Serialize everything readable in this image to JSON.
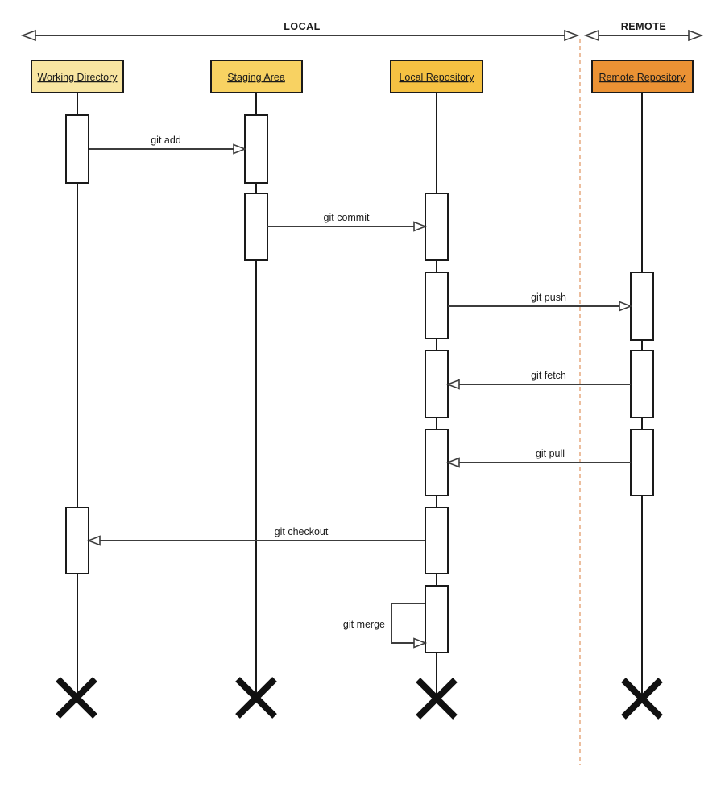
{
  "header": {
    "local_label": "LOCAL",
    "remote_label": "REMOTE"
  },
  "actors": [
    {
      "name": "Working Directory",
      "fill": "#f8e5a1",
      "region": "LOCAL"
    },
    {
      "name": "Staging Area",
      "fill": "#f8d262",
      "region": "LOCAL"
    },
    {
      "name": "Local Repository",
      "fill": "#f5c142",
      "region": "LOCAL"
    },
    {
      "name": "Remote Repository",
      "fill": "#eb9234",
      "region": "REMOTE"
    }
  ],
  "messages": [
    {
      "label": "git add",
      "from": "Working Directory",
      "to": "Staging Area"
    },
    {
      "label": "git commit",
      "from": "Staging Area",
      "to": "Local Repository"
    },
    {
      "label": "git push",
      "from": "Local Repository",
      "to": "Remote Repository"
    },
    {
      "label": "git fetch",
      "from": "Remote Repository",
      "to": "Local Repository"
    },
    {
      "label": "git pull",
      "from": "Remote Repository",
      "to": "Local Repository"
    },
    {
      "label": "git checkout",
      "from": "Local Repository",
      "to": "Working Directory"
    },
    {
      "label": "git merge",
      "from": "Local Repository",
      "to": "Local Repository"
    }
  ],
  "colors": {
    "message_line": "#3c3c3c",
    "lifeline": "#1a1a1a",
    "separator_dashed_line": "#e6a97e",
    "destroy_x": "#111111",
    "activation_fill": "#ffffff"
  }
}
